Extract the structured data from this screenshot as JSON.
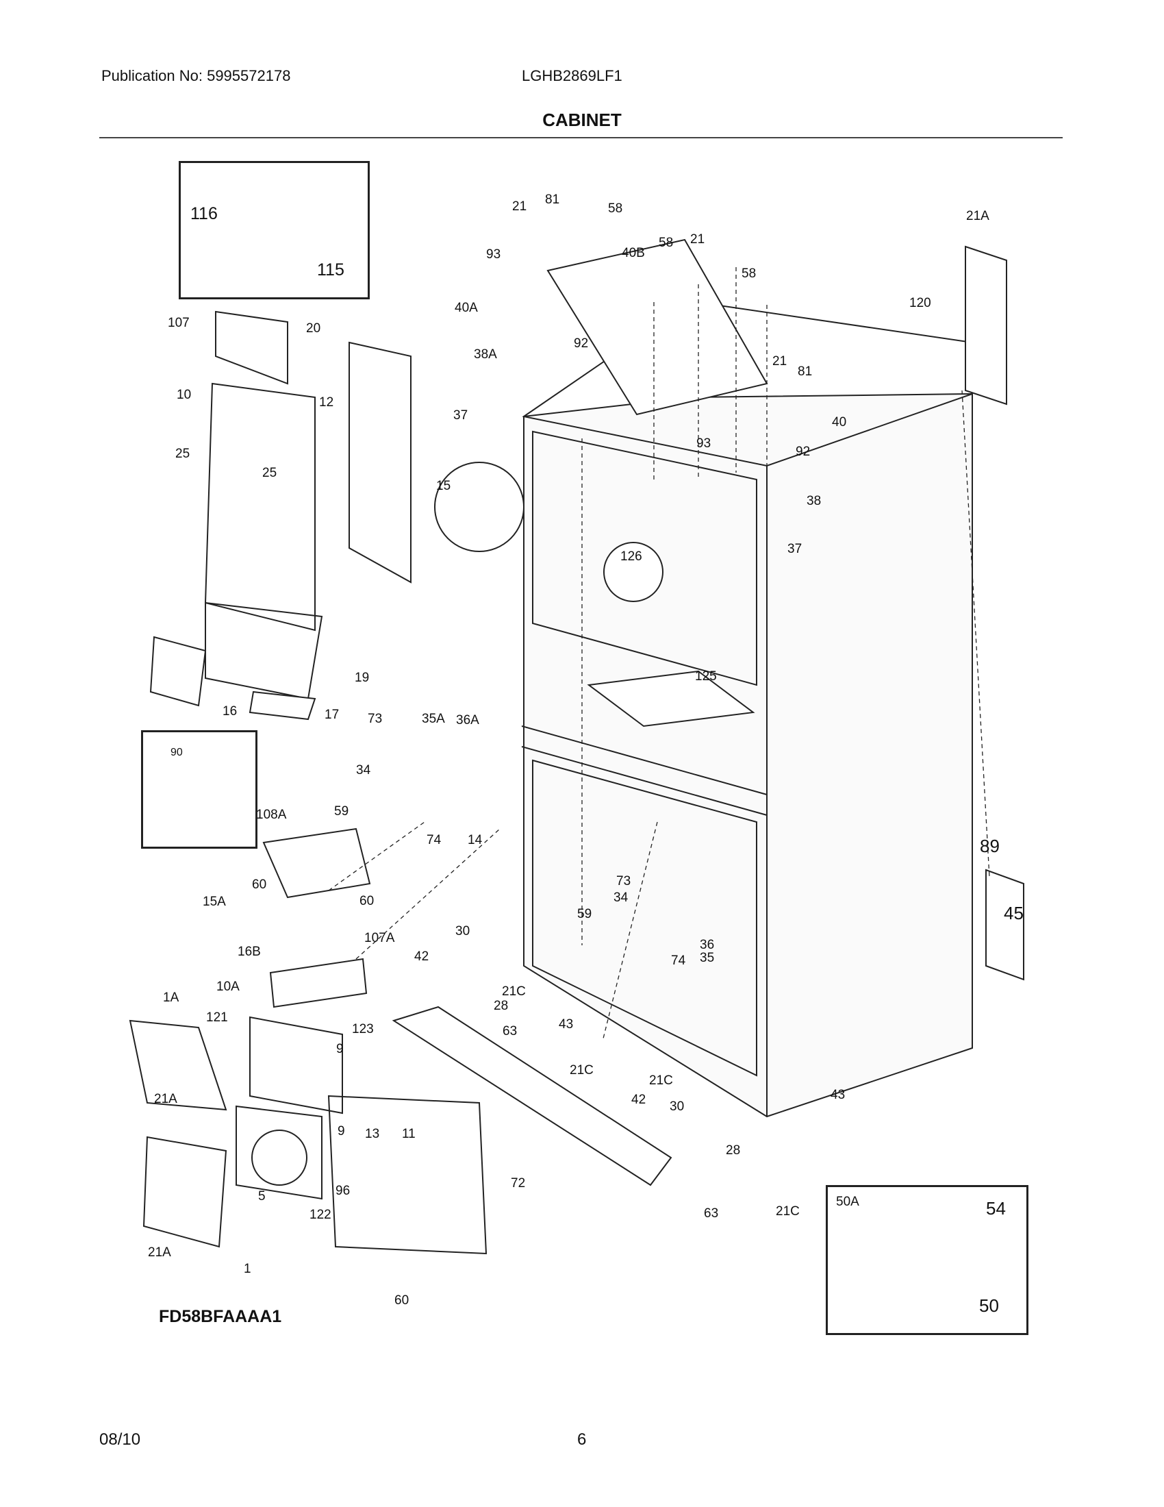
{
  "header": {
    "publication": "Publication No: 5995572178",
    "model": "LGHB2869LF1",
    "title": "CABINET"
  },
  "diagram_code": "FD58BFAAAA1",
  "footer": {
    "date": "08/10",
    "page": "6"
  },
  "part_labels": {
    "p116": "116",
    "p115": "115",
    "p107": "107",
    "p20": "20",
    "p10": "10",
    "p12": "12",
    "p25a": "25",
    "p25b": "25",
    "p16": "16",
    "p17": "17",
    "p19": "19",
    "p90": "90",
    "p108A": "108A",
    "p60a": "60",
    "p60b": "60",
    "p15A": "15A",
    "p16B": "16B",
    "p107A": "107A",
    "p10A": "10A",
    "p1A": "1A",
    "p121": "121",
    "p123": "123",
    "p9a": "9",
    "p9b": "9",
    "p13": "13",
    "p11": "11",
    "p21Aa": "21A",
    "p5": "5",
    "p96": "96",
    "p122": "122",
    "p21Ab": "21A",
    "p1": "1",
    "p60c": "60",
    "p21a": "21",
    "p81a": "81",
    "p58a": "58",
    "p93a": "93",
    "p40B": "40B",
    "p58b": "58",
    "p21b": "21",
    "p58c": "58",
    "p40A": "40A",
    "p92a": "92",
    "p38A": "38A",
    "p21c": "21",
    "p81b": "81",
    "p37a": "37",
    "p93b": "93",
    "p40": "40",
    "p92b": "92",
    "p15": "15",
    "p38": "38",
    "p126": "126",
    "p37b": "37",
    "p125": "125",
    "p73a": "73",
    "p35A": "35A",
    "p36A": "36A",
    "p34a": "34",
    "p59a": "59",
    "p74a": "74",
    "p14": "14",
    "p30a": "30",
    "p42a": "42",
    "p21Ca": "21C",
    "p28a": "28",
    "p43a": "43",
    "p63a": "63",
    "p21Cb": "21C",
    "p72": "72",
    "p73b": "73",
    "p34b": "34",
    "p59b": "59",
    "p36": "36",
    "p74b": "74",
    "p35": "35",
    "p21Cc": "21C",
    "p42b": "42",
    "p30b": "30",
    "p43b": "43",
    "p28b": "28",
    "p63b": "63",
    "p21Cd": "21C",
    "p21A": "21A",
    "p120": "120",
    "p89": "89",
    "p45": "45",
    "p50A": "50A",
    "p54": "54",
    "p50": "50"
  }
}
